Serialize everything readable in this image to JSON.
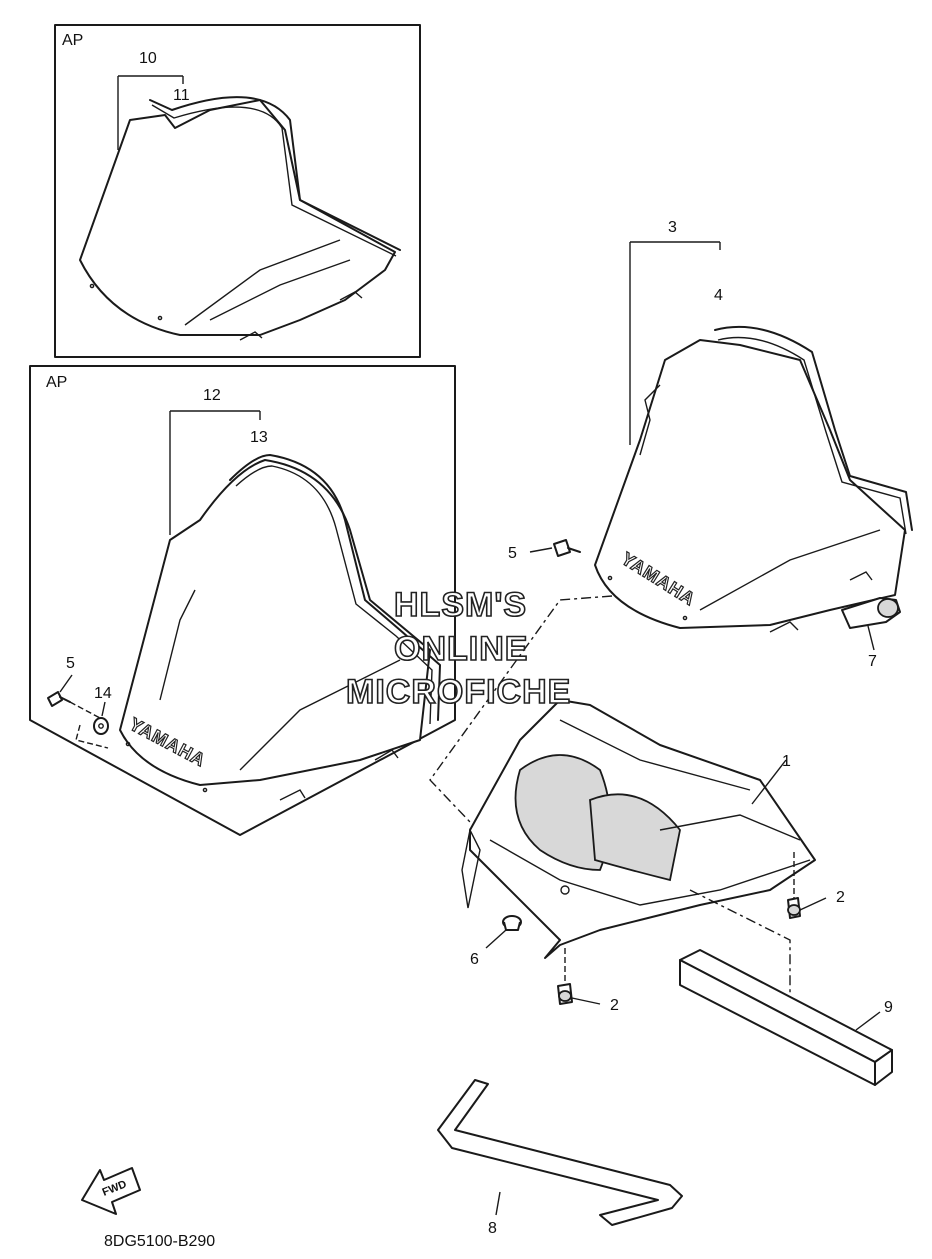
{
  "diagram": {
    "panels": [
      {
        "label": "AP"
      },
      {
        "label": "AP"
      }
    ],
    "callouts": [
      "1",
      "2",
      "2",
      "3",
      "4",
      "5",
      "5",
      "6",
      "7",
      "8",
      "9",
      "10",
      "11",
      "12",
      "13",
      "14"
    ],
    "brand_text": "YAMAHA",
    "fwd_label": "FWD",
    "watermark": [
      "HLSM'S",
      "ONLINE",
      "MICROFICHE"
    ],
    "drawing_code": "8DG5100-B290"
  }
}
